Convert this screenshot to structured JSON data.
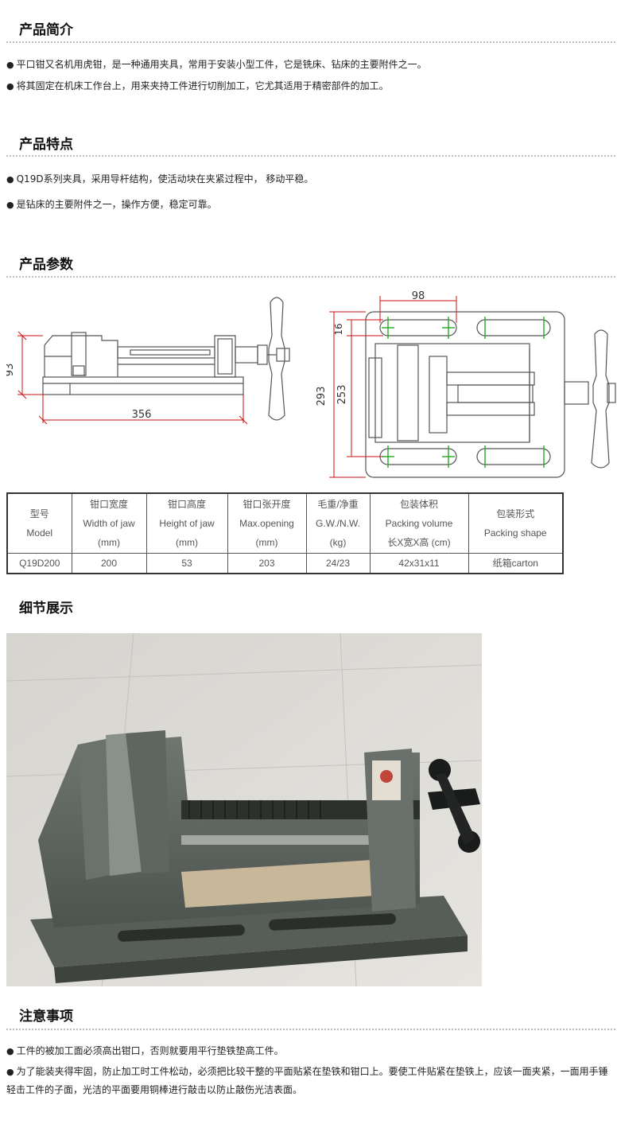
{
  "intro": {
    "title": "产品简介",
    "bullets": [
      "平口钳又名机用虎钳，是一种通用夹具，常用于安装小型工件，它是铣床、钻床的主要附件之一。",
      "将其固定在机床工作台上，用来夹持工件进行切削加工，它尤其适用于精密部件的加工。"
    ]
  },
  "features": {
    "title": "产品特点",
    "bullets": [
      "Q19D系列夹具，采用导杆结构，使活动块在夹紧过程中， 移动平稳。",
      "是钻床的主要附件之一，操作方便，稳定可靠。"
    ]
  },
  "params": {
    "title": "产品参数",
    "drawing_side": {
      "height_dim": "93",
      "length_dim": "356"
    },
    "drawing_top": {
      "width_dim": "98",
      "small_dim": "16",
      "outer_dim": "293",
      "inner_dim": "253"
    },
    "table": {
      "headers": [
        [
          "型号",
          "Model"
        ],
        [
          "钳口宽度",
          "Width of jaw",
          "(mm)"
        ],
        [
          "钳口高度",
          "Height of jaw",
          "(mm)"
        ],
        [
          "钳口张开度",
          "Max.opening",
          "(mm)"
        ],
        [
          "毛重/净重",
          "G.W./N.W.",
          "(kg)"
        ],
        [
          "包装体积",
          "Packing volume",
          "长X宽X高 (cm)"
        ],
        [
          "包装形式",
          "Packing shape"
        ]
      ],
      "rows": [
        [
          "Q19D200",
          "200",
          "53",
          "203",
          "24/23",
          "42x31x11",
          "纸箱carton"
        ]
      ]
    }
  },
  "details": {
    "title": "细节展示"
  },
  "notes": {
    "title": "注意事项",
    "bullets": [
      "工件的被加工面必须高出钳口，否则就要用平行垫铁垫高工件。",
      "为了能装夹得牢固，防止加工时工件松动，必须把比较干整的平面贴紧在垫铁和钳口上。要使工件贴紧在垫铁上，应该一面夹紧，一面用手锤轻击工件的子面，光洁的平面要用铜棒进行敲击以防止敲伤光洁表面。"
    ]
  },
  "colors": {
    "dimension_red": "#cc1111",
    "slot_green": "#22aa22",
    "line_gray": "#555555"
  },
  "chart_data": {
    "type": "table",
    "columns": [
      "型号 Model",
      "钳口宽度 Width of jaw (mm)",
      "钳口高度 Height of jaw (mm)",
      "钳口张开度 Max.opening (mm)",
      "毛重/净重 G.W./N.W. (kg)",
      "包装体积 Packing volume 长X宽X高 (cm)",
      "包装形式 Packing shape"
    ],
    "rows": [
      [
        "Q19D200",
        "200",
        "53",
        "203",
        "24/23",
        "42x31x11",
        "纸箱carton"
      ]
    ]
  }
}
